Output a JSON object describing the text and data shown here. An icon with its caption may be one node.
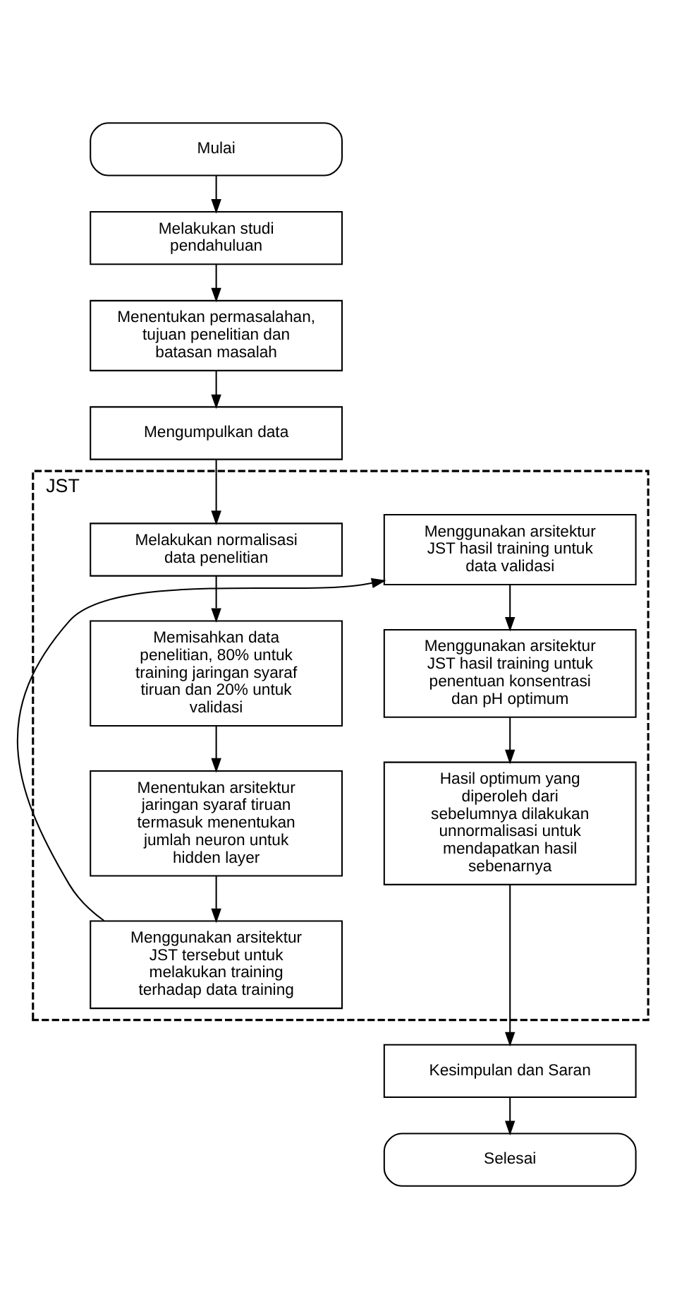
{
  "diagram": {
    "nodes": [
      {
        "text": [
          "Mulai"
        ]
      },
      {
        "text": [
          "Melakukan studi pendahuluan"
        ]
      },
      {
        "text": [
          "Menentukan permasalahan, tujuan penelitian dan batasan masalah"
        ]
      },
      {
        "text": [
          "Mengumpulkan data"
        ]
      },
      {
        "text": [
          "JST"
        ]
      },
      {
        "text": [
          "Melakukan normalisasi data penelitian"
        ],
        "in": 4
      },
      {
        "text": [
          "Memisahkan data penelitian, 80% untuk training jaringan syaraf tiruan dan 20% untuk validasi"
        ],
        "in": 4
      },
      {
        "text": [
          "Menentukan arsitektur jaringan syaraf tiruan termasuk menentukan jumlah neuron untuk hidden layer"
        ],
        "in": 4
      },
      {
        "text": [
          "Menggunakan arsitektur JST tersebut untuk melakukan training terhadap data training"
        ],
        "in": 4
      },
      {
        "text": [
          "Menggunakan arsitektur JST hasil training untuk data validasi"
        ],
        "in": 4
      },
      {
        "text": [
          "Menggunakan arsitektur JST hasil training untuk penentuan konsentrasi dan pH optimum"
        ],
        "in": 4
      },
      {
        "text": [
          "Hasil optimum yang diperoleh dari sebelumnya dilakukan unnormalisasi untuk mendapatkan hasil sebenarnya"
        ],
        "in": 4
      },
      {
        "text": [
          "Kesimpulan dan Saran"
        ]
      },
      {
        "text": [
          "Selesai"
        ]
      }
    ],
    "edges": [
      {
        "from": 0,
        "to": 1,
        "arrow": "to"
      },
      {
        "from": 1,
        "to": 2,
        "arrow": "to"
      },
      {
        "from": 2,
        "to": 3,
        "arrow": "to"
      },
      {
        "from": 3,
        "to": 5,
        "arrow": "to"
      },
      {
        "from": 5,
        "to": 6,
        "arrow": "to"
      },
      {
        "from": 6,
        "to": 7,
        "arrow": "to"
      },
      {
        "from": 7,
        "to": 8,
        "arrow": "to"
      },
      {
        "from": 8,
        "to": 9,
        "arrow": "to"
      },
      {
        "from": 9,
        "to": 10,
        "arrow": "to"
      },
      {
        "from": 10,
        "to": 11,
        "arrow": "to"
      },
      {
        "from": 11,
        "to": 12,
        "arrow": "to"
      },
      {
        "from": 12,
        "to": 13,
        "arrow": "to"
      }
    ]
  }
}
